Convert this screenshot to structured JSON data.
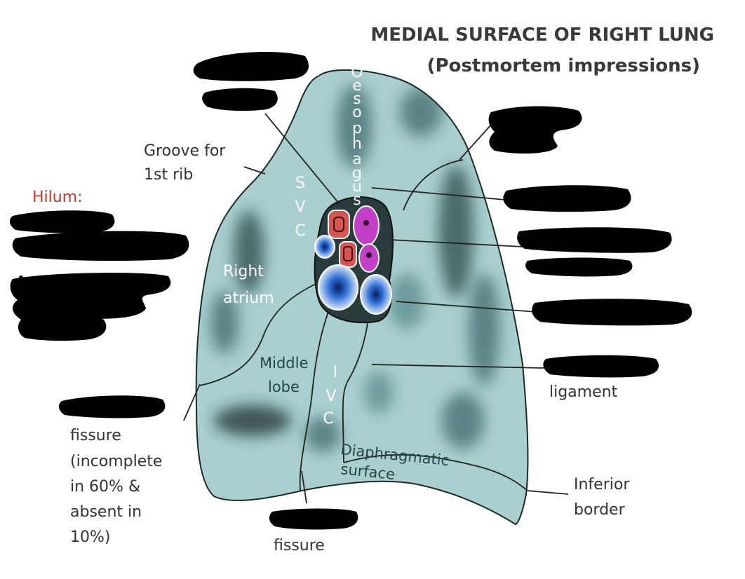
{
  "title": {
    "line1": "MEDIAL SURFACE OF RIGHT LUNG",
    "line2": "(Postmortem impressions)"
  },
  "labels": {
    "groove_line1": "Groove for",
    "groove_line2": "1st rib",
    "hilum": "Hilum:",
    "svc": [
      "S",
      "V",
      "C"
    ],
    "oesophagus": [
      "O",
      "e",
      "s",
      "o",
      "p",
      "h",
      "a",
      "g",
      "u",
      "s"
    ],
    "right_atrium_line1": "Right",
    "right_atrium_line2": "atrium",
    "middle_lobe_line1": "Middle",
    "middle_lobe_line2": "lobe",
    "ivc": [
      "I",
      "V",
      "C"
    ],
    "diaphragmatic_line1": "Diaphragmatic",
    "diaphragmatic_line2": "surface",
    "ligament": "ligament",
    "inferior_border_line1": "Inferior",
    "inferior_border_line2": "border",
    "fissure_note": [
      "fissure",
      "(incomplete",
      "in 60% &",
      "absent in",
      "10%)"
    ],
    "oblique_fissure": "fissure"
  },
  "colors": {
    "lung_fill": "#a9cfcf",
    "lung_shadow": "#3f6b6c",
    "outline": "#1d2a2a",
    "artery_red": "#d9534f",
    "bronchus_purple": "#c43fc8",
    "vein_blue": "#2f6fd6",
    "hilum_red": "#c0392b"
  }
}
